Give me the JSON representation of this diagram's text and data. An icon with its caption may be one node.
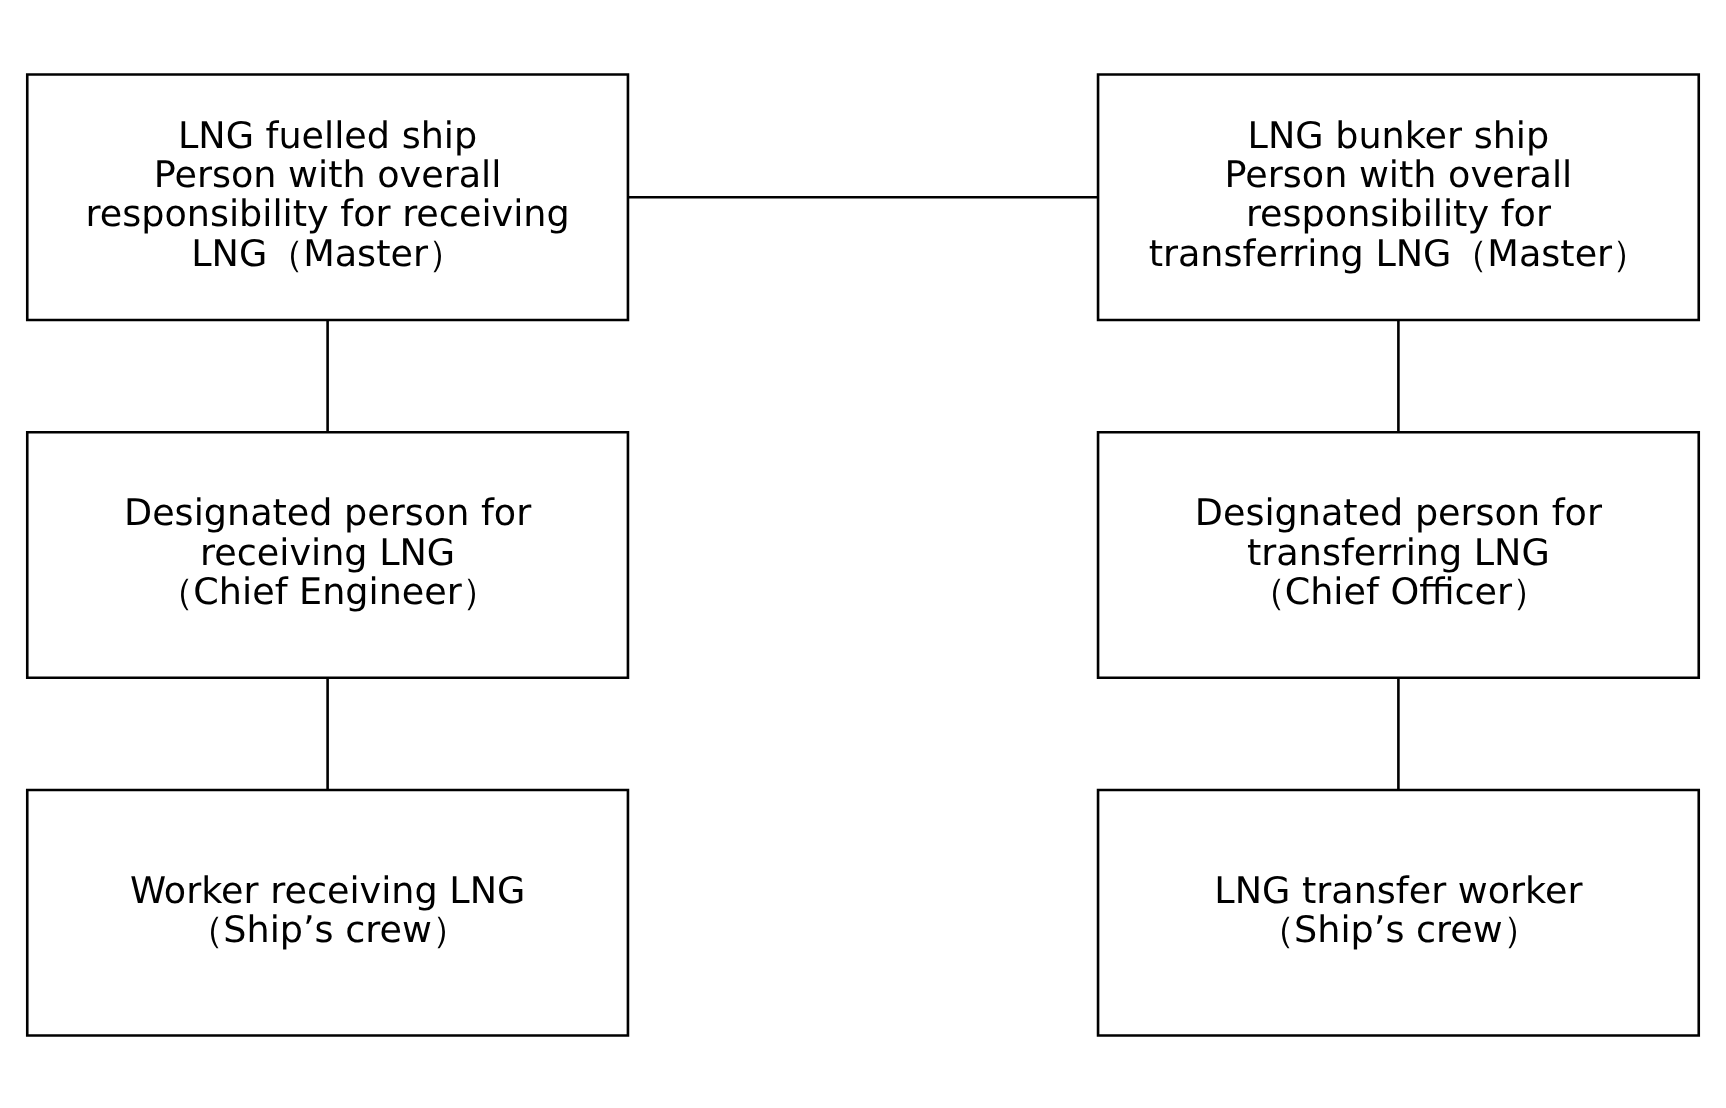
{
  "diagram": {
    "nodes": [
      {
        "text": [
          "LNG fuelled ship",
          "Person with overall responsibility for receiving LNG（Master）"
        ]
      },
      {
        "text": [
          "LNG bunker ship",
          "Person with overall responsibility for transferring LNG（Master）"
        ]
      },
      {
        "text": [
          "Designated person for receiving LNG",
          "（Chief Engineer）"
        ]
      },
      {
        "text": [
          "Designated person for transferring LNG",
          "（Chief Officer）"
        ]
      },
      {
        "text": [
          "Worker receiving LNG",
          "（Ship’s crew）"
        ]
      },
      {
        "text": [
          "LNG transfer worker",
          "（Ship’s crew）"
        ]
      }
    ],
    "edges": [
      {
        "from": 0,
        "to": 1,
        "arrow": "none"
      },
      {
        "from": 0,
        "to": 2,
        "arrow": "none"
      },
      {
        "from": 1,
        "to": 3,
        "arrow": "none"
      },
      {
        "from": 2,
        "to": 4,
        "arrow": "none"
      },
      {
        "from": 3,
        "to": 5,
        "arrow": "none"
      }
    ]
  }
}
